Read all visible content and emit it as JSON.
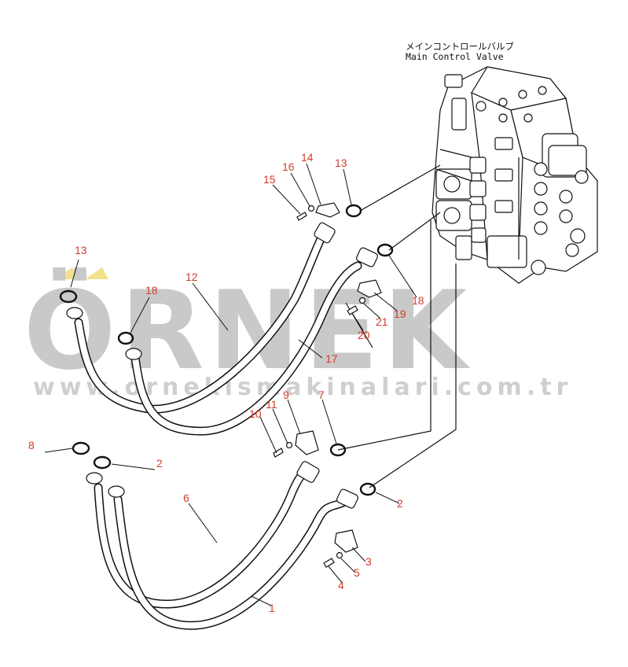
{
  "valve_label": {
    "japanese": "メインコントロールバルブ",
    "english": "Main Control Valve"
  },
  "watermark": {
    "brand": "ÖRNEK",
    "url": "www.ornekismakinalari.com.tr"
  },
  "callouts": {
    "c1": "1",
    "c2a": "2",
    "c2b": "2",
    "c3": "3",
    "c4": "4",
    "c5": "5",
    "c6": "6",
    "c7": "7",
    "c8": "8",
    "c9": "9",
    "c10": "10",
    "c11": "11",
    "c12": "12",
    "c13a": "13",
    "c13b": "13",
    "c14": "14",
    "c15": "15",
    "c16": "16",
    "c17": "17",
    "c18a": "18",
    "c18b": "18",
    "c19": "19",
    "c20": "20",
    "c21": "21"
  },
  "colors": {
    "callout": "#d23c2a",
    "line": "#111111",
    "watermark": "#c9c9c9",
    "watermark_accent": "#f2e08a"
  }
}
